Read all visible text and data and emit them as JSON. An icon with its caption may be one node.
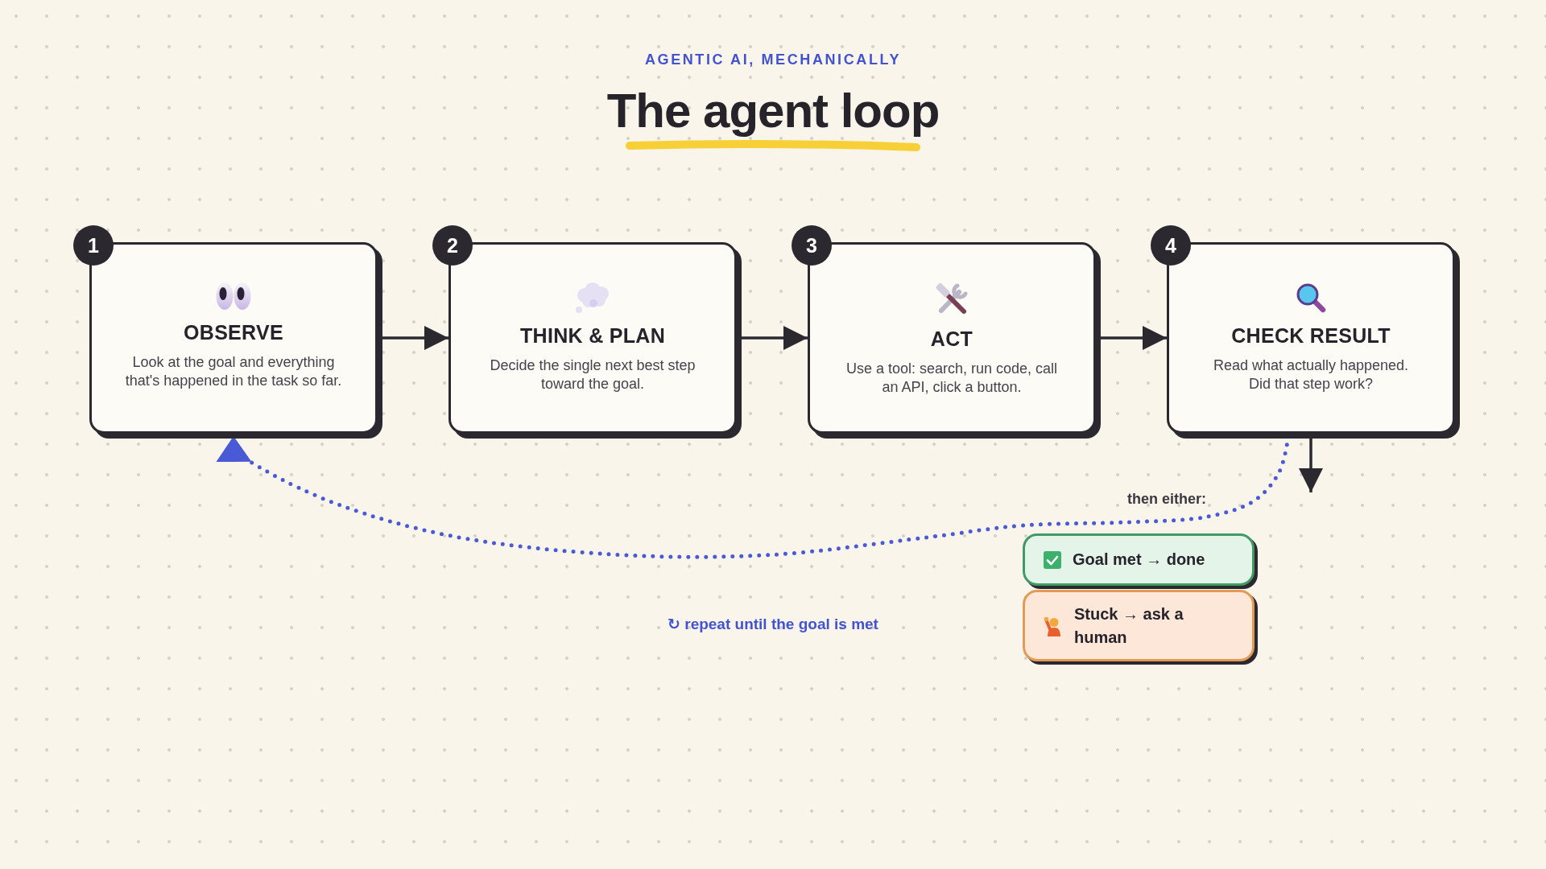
{
  "diagram": {
    "title": "The agent loop",
    "nodes": [
      {
        "text": [
          "1"
        ]
      },
      {
        "text": [
          "OBSERVE",
          "Look at the goal and everything that's happened in the task so far."
        ]
      },
      {
        "text": [
          "2"
        ]
      },
      {
        "text": [
          "THINK & PLAN",
          "Decide the single next best step toward the goal."
        ]
      },
      {
        "text": [
          "3"
        ]
      },
      {
        "text": [
          "ACT",
          "Use a tool: search, run code, call an API, click a button."
        ]
      },
      {
        "text": [
          "4"
        ]
      },
      {
        "text": [
          "CHECK RESULT",
          "Read what actually happened. Did that step work?"
        ]
      },
      {
        "text": [
          "Goal met → done"
        ]
      },
      {
        "text": [
          "Stuck → ask a human"
        ]
      }
    ],
    "edges": [
      {
        "from": 1,
        "to": 3,
        "arrow": "to"
      },
      {
        "from": 3,
        "to": 5,
        "arrow": "to"
      },
      {
        "from": 5,
        "to": 7,
        "arrow": "to"
      },
      {
        "from": 7,
        "to": null,
        "arrow": "to"
      },
      {
        "from": 7,
        "to": 1,
        "arrow": "to",
        "style": "dashed",
        "color": "#4a59d6"
      }
    ],
    "labels": [
      "AGENTIC AI, MECHANICALLY",
      "then either:",
      "↻ repeat until the goal is met"
    ]
  }
}
